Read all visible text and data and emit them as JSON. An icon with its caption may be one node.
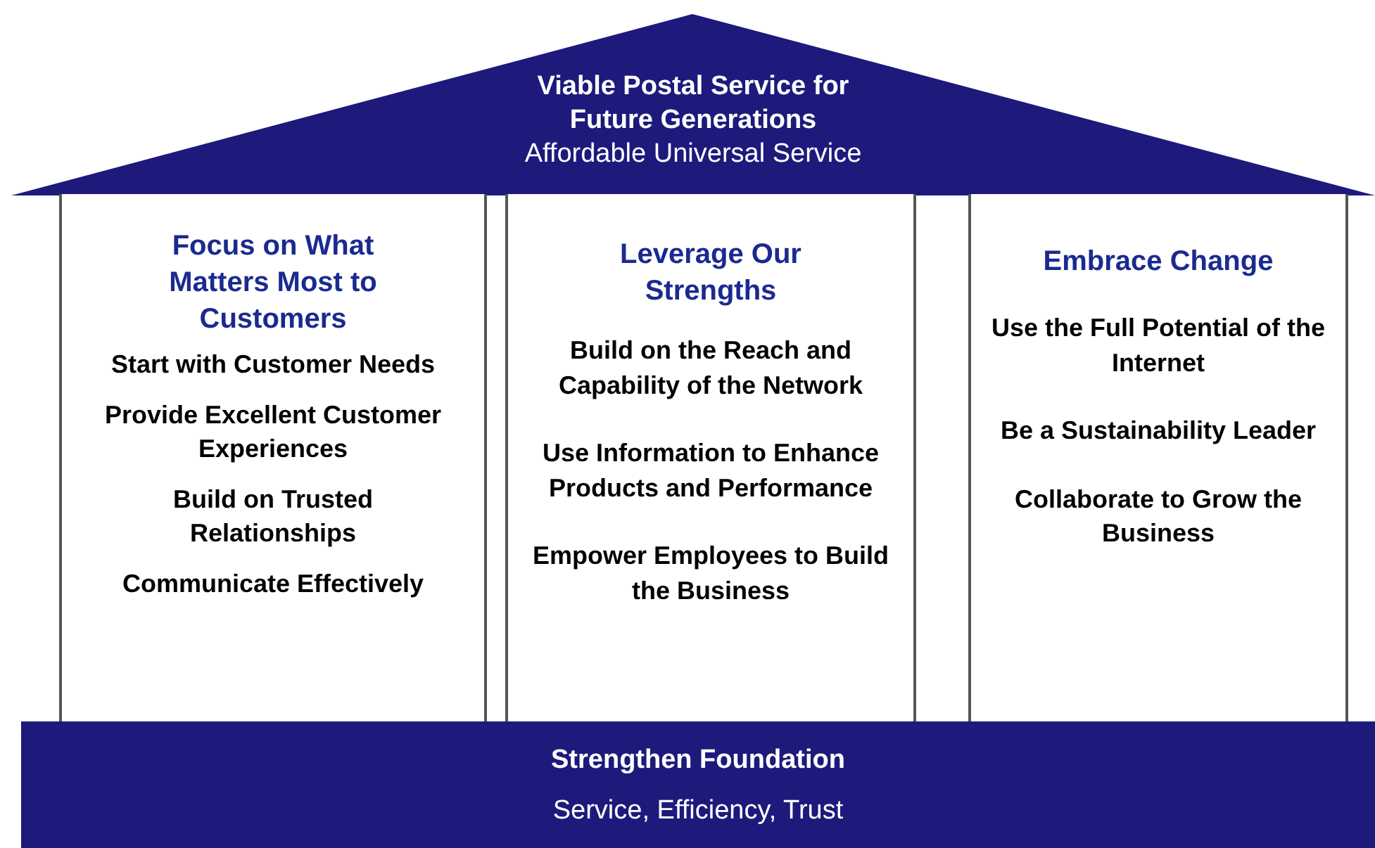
{
  "diagram": {
    "nodes": [
      {
        "text": [
          "Viable Postal Service for Future Generations",
          "Affordable Universal Service"
        ]
      },
      {
        "text": [
          "Focus on What Matters Most to Customers",
          "Start with Customer Needs",
          "Provide Excellent Customer Experiences",
          "Build on Trusted Relationships",
          "Communicate Effectively"
        ]
      },
      {
        "text": [
          "Leverage Our Strengths",
          "Build on the Reach and Capability of the Network",
          "Use Information to Enhance Products and Performance",
          "Empower Employees to Build the Business"
        ]
      },
      {
        "text": [
          "Embrace Change",
          "Use the Full Potential of the Internet",
          "Be a Sustainability Leader",
          "Collaborate to Grow the Business"
        ]
      },
      {
        "text": [
          "Strengthen Foundation",
          "Service, Efficiency, Trust"
        ]
      }
    ]
  }
}
